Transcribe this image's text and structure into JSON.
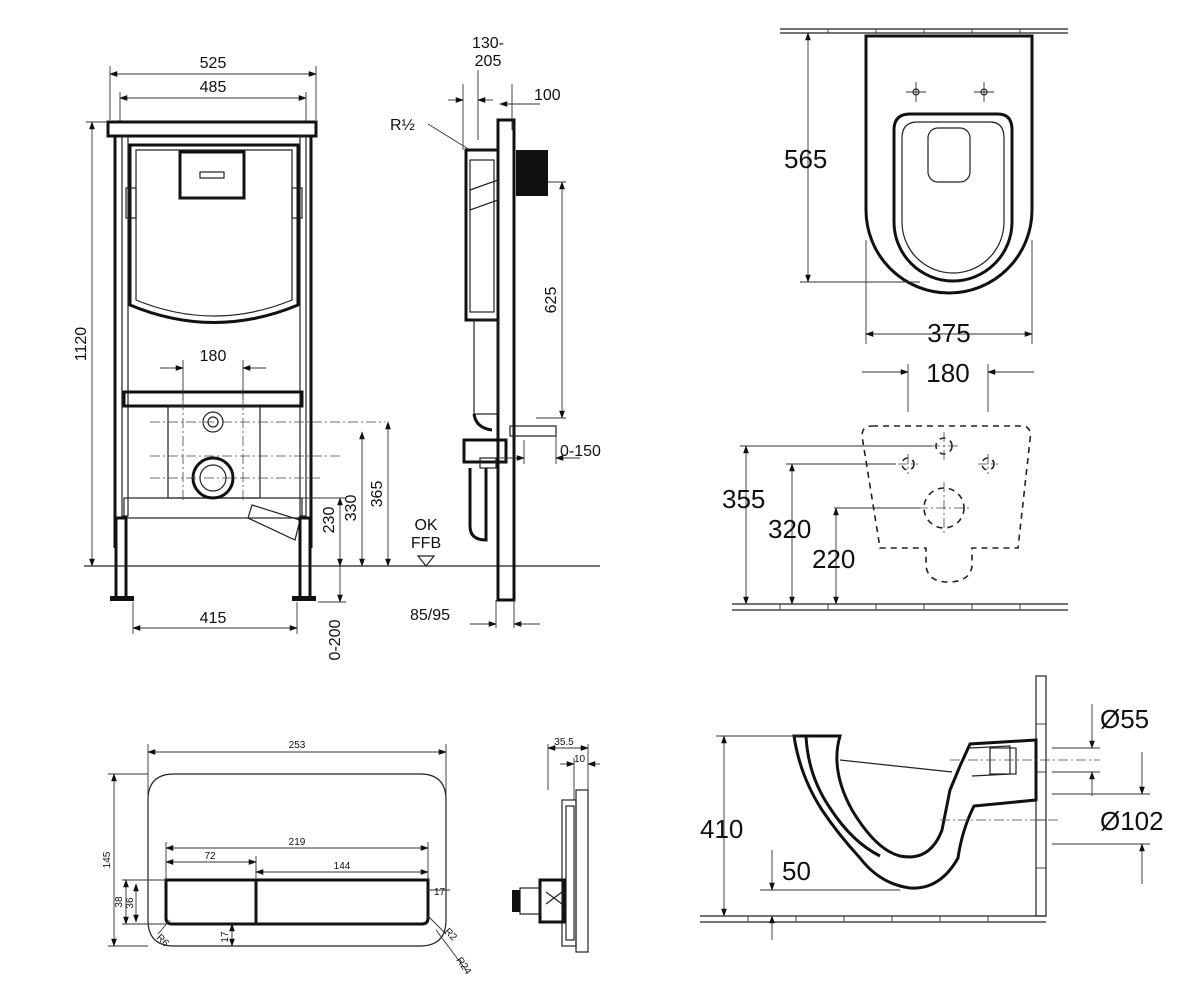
{
  "installation_frame_front": {
    "dims": {
      "overall_width": "525",
      "inner_width": "485",
      "height": "1120",
      "outlet_spacing": "180",
      "foot_spacing": "415",
      "inlet_height": "365",
      "outlet_height": "330",
      "drain_height": "230",
      "foot_adjust": "0-200"
    },
    "floor_label_1": "OK",
    "floor_label_2": "FFB"
  },
  "installation_frame_side": {
    "dims": {
      "depth_range_1": "130-",
      "depth_range_2": "205",
      "top_depth": "100",
      "thread": "R½",
      "cistern_height": "625",
      "outlet_adjust": "0-150",
      "base_depth": "85/95"
    }
  },
  "toilet_top_view": {
    "dims": {
      "length": "565",
      "width": "375"
    }
  },
  "toilet_back_view": {
    "dims": {
      "bolt_spacing": "180",
      "bolt_height": "355",
      "inlet_height": "320",
      "outlet_height": "220"
    }
  },
  "toilet_section_view": {
    "dims": {
      "height": "410",
      "floor_gap": "50",
      "inlet_diameter": "Ø55",
      "outlet_diameter": "Ø102"
    }
  },
  "flush_plate_front": {
    "dims": {
      "width": "253",
      "height": "145",
      "buttons_width": "219",
      "small_button": "72",
      "large_button": "144",
      "button_height_outer": "38",
      "button_height_inner": "36",
      "offset_bottom": "17",
      "offset_right": "17",
      "radius_small": "R6",
      "radius_corner": "R2",
      "radius_large": "R24"
    }
  },
  "flush_plate_side": {
    "dims": {
      "depth": "35.5",
      "plate_depth": "10"
    }
  }
}
